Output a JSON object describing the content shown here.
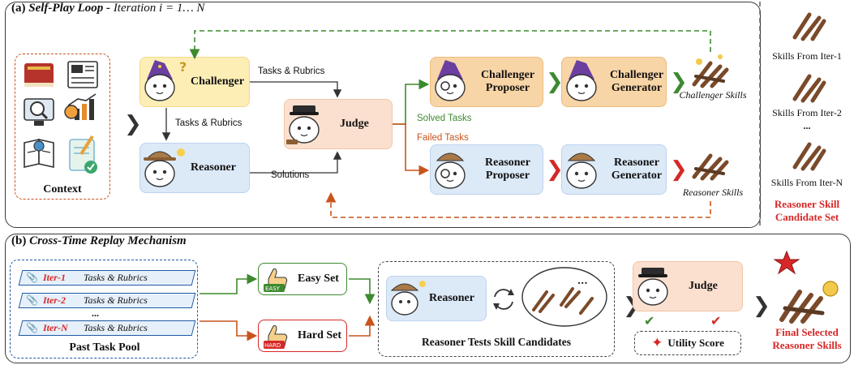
{
  "panel_a": {
    "tag": "(a)",
    "title": "Self-Play Loop - ",
    "subtitle": "Iteration i = 1… N",
    "context_label": "Context",
    "challenger": "Challenger",
    "reasoner": "Reasoner",
    "judge": "Judge",
    "edge_tasks_rubrics_1": "Tasks & Rubrics",
    "edge_tasks_rubrics_2": "Tasks & Rubrics",
    "edge_solutions": "Solutions",
    "edge_solved": "Solved Tasks",
    "edge_failed": "Failed  Tasks",
    "challenger_proposer": "Challenger Proposer",
    "challenger_generator": "Challenger Generator",
    "reasoner_proposer": "Reasoner Proposer",
    "reasoner_generator": "Reasoner Generator",
    "challenger_skills": "Challenger Skills",
    "reasoner_skills": "Reasoner Skills"
  },
  "candidate_set": {
    "iter1": "Skills From Iter-1",
    "iter2": "Skills From Iter-2",
    "ellipsis": "...",
    "iterN": "Skills From Iter-N",
    "title": "Reasoner Skill Candidate Set"
  },
  "panel_b": {
    "tag": "(b)",
    "title": "Cross-Time Replay Mechanism",
    "pool_rows": [
      {
        "iter": "Iter-1",
        "text": "Tasks & Rubrics"
      },
      {
        "iter": "Iter-2",
        "text": "Tasks & Rubrics"
      },
      {
        "iter": "Iter-N",
        "text": "Tasks & Rubrics"
      }
    ],
    "pool_ellipsis": "...",
    "pool_label": "Past Task Pool",
    "easy_set": "Easy Set",
    "hard_set": "Hard Set",
    "easy_badge": "EASY",
    "hard_badge": "HARD",
    "reasoner": "Reasoner",
    "cluster_ellipsis": "...",
    "tests_label": "Reasoner Tests Skill Candidates",
    "judge": "Judge",
    "utility_score": "Utility Score",
    "final_label": "Final Selected Reasoner Skills"
  },
  "colors": {
    "challenger_fill": "#fdeeb6",
    "reasoner_fill": "#dce9f7",
    "judge_fill": "#fbe0cf",
    "proposer_fill": "#f8d5a6",
    "green": "#3d8a2e",
    "orange": "#c8541c",
    "red": "#d62828",
    "blue_border": "#1f5aa6"
  }
}
